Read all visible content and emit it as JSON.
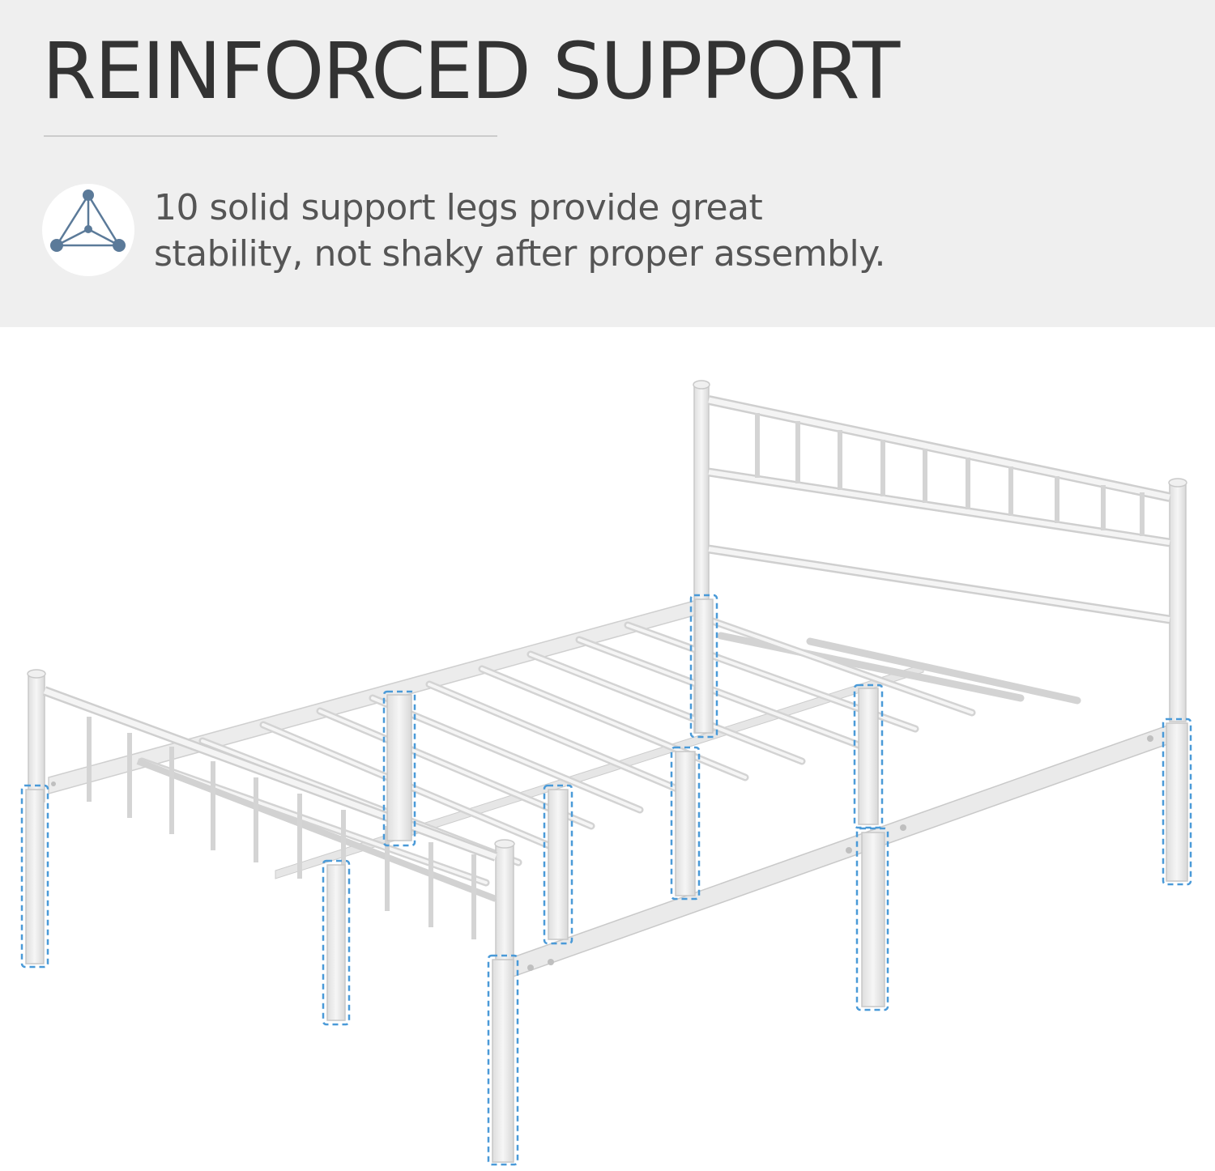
{
  "header": {
    "title": "REINFORCED SUPPORT",
    "badge_icon": "tetrahedron-structure-icon",
    "description_lines": [
      "10 solid support legs provide great",
      "stability, not shaky after proper assembly."
    ]
  },
  "colors": {
    "header_bg": "#efefef",
    "title": "#333333",
    "text": "#555555",
    "icon": "#5b7a99",
    "highlight": "#4a9ad8",
    "frame": "#e9e9e9",
    "frame_edge": "#c9c9c9"
  }
}
